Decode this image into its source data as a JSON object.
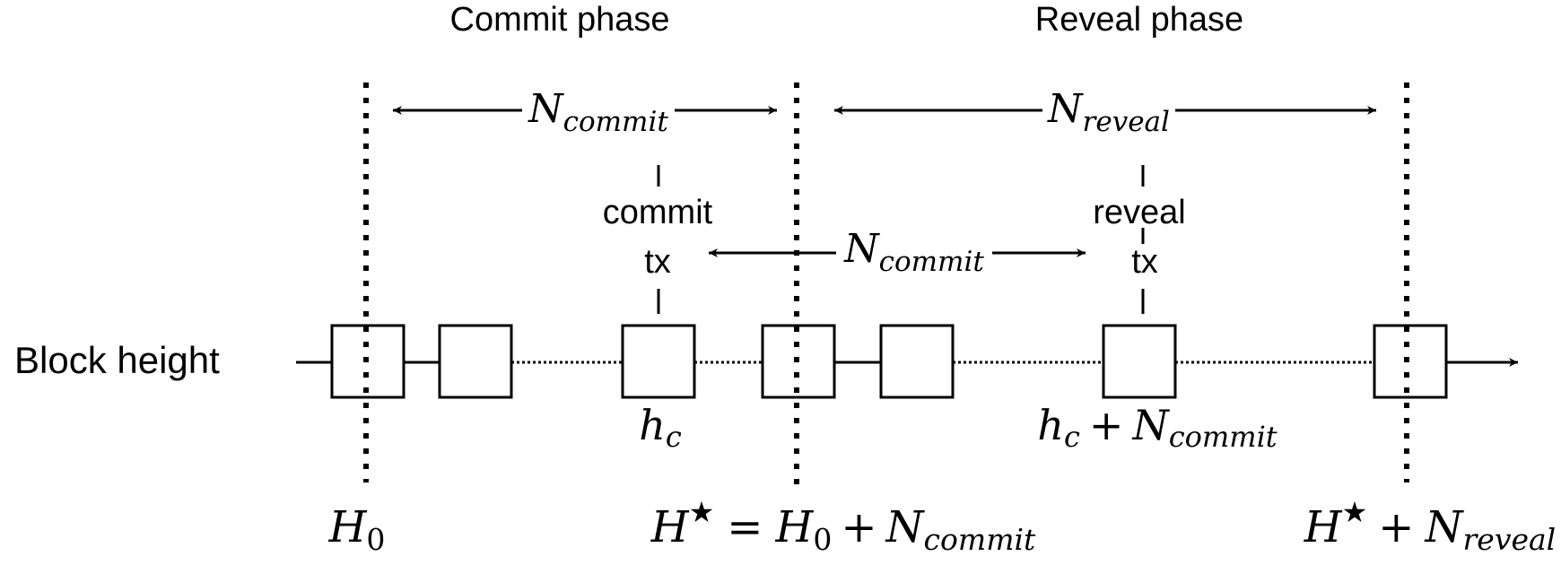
{
  "headings": {
    "commit_phase": "Commit phase",
    "reveal_phase": "Reveal phase"
  },
  "axis": {
    "label": "Block height"
  },
  "spans": {
    "n_commit_top": {
      "base": "N",
      "sub": "commit"
    },
    "n_reveal_top": {
      "base": "N",
      "sub": "reveal"
    },
    "n_commit_middle": {
      "base": "N",
      "sub": "commit"
    }
  },
  "transactions": {
    "commit": {
      "line1": "commit",
      "line2": "tx"
    },
    "reveal": {
      "line1": "reveal",
      "line2": "tx"
    }
  },
  "block_labels": {
    "h_c": {
      "base": "h",
      "sub": "c"
    },
    "h_c_plus_n_commit": {
      "base": "h",
      "sub": "c",
      "plus": "+",
      "n_base": "N",
      "n_sub": "commit"
    }
  },
  "heights": {
    "h0": {
      "base": "H",
      "sub": "0"
    },
    "h_star": {
      "base": "H",
      "sup": "★",
      "eq": "=",
      "rhs_base": "H",
      "rhs_sub": "0",
      "plus": "+",
      "n_base": "N",
      "n_sub": "commit"
    },
    "h_star_plus_n_reveal": {
      "base": "H",
      "sup": "★",
      "plus": "+",
      "n_base": "N",
      "n_sub": "reveal"
    }
  }
}
